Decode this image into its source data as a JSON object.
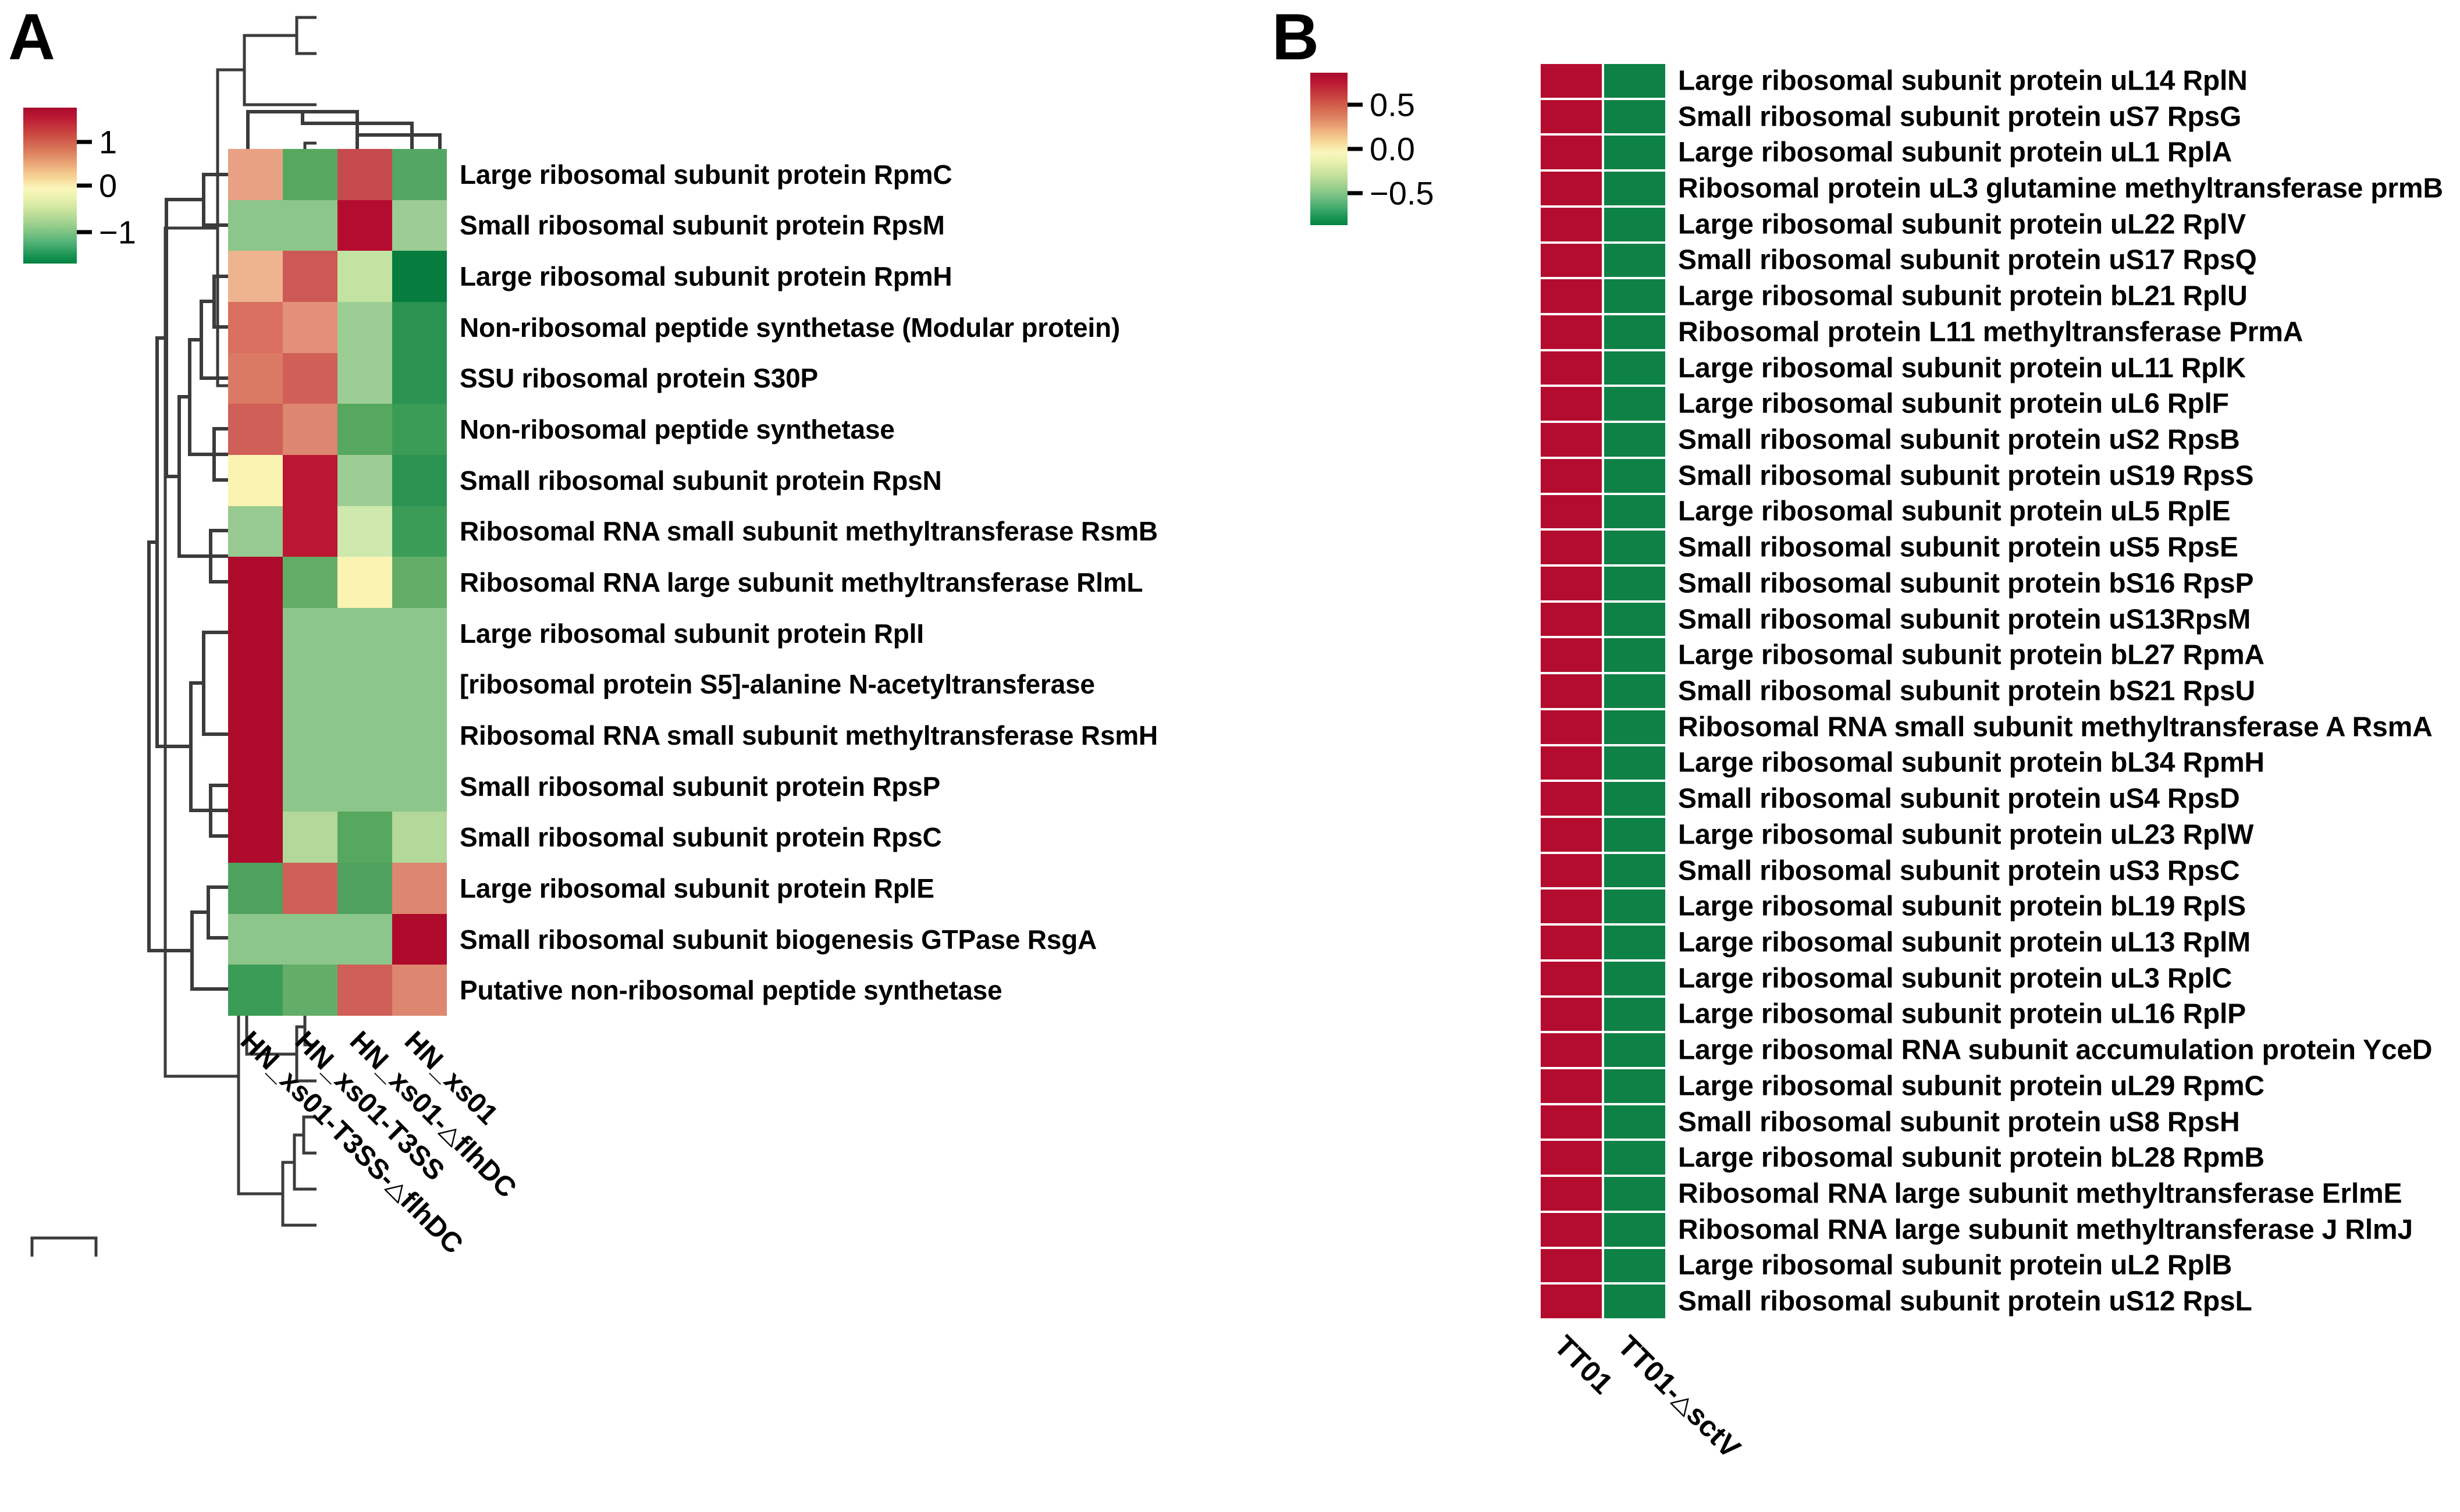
{
  "figure": {
    "panels": [
      "A",
      "B"
    ]
  },
  "panelA": {
    "letter": "A",
    "colorbar": {
      "ticks": [
        "1",
        "0",
        "−1"
      ],
      "tick_values": [
        1,
        0,
        -1
      ],
      "high_color": "#a80b2c",
      "mid_color": "#fbf6bd",
      "low_color": "#068141"
    },
    "columns": [
      "HN_xs01-T3SS-△flhDC",
      "HN_xs01-T3SS",
      "HN_xs01-△flhDC",
      "HN_xs01"
    ],
    "column_parts": [
      {
        "pre": "HN_xs01-T3SS-",
        "tri": true,
        "post": "flhDC"
      },
      {
        "pre": "HN_xs01-T3SS",
        "tri": false,
        "post": ""
      },
      {
        "pre": "HN_xs01-",
        "tri": true,
        "post": "flhDC"
      },
      {
        "pre": "HN_xs01",
        "tri": false,
        "post": ""
      }
    ],
    "rows": [
      "Large ribosomal subunit protein RpmC",
      "Small ribosomal subunit protein RpsM",
      "Large ribosomal subunit protein RpmH",
      "Non-ribosomal peptide synthetase (Modular protein)",
      "SSU ribosomal protein S30P",
      "Non-ribosomal peptide synthetase",
      "Small ribosomal subunit protein RpsN",
      "Ribosomal RNA small subunit methyltransferase RsmB",
      "Ribosomal RNA large subunit methyltransferase RlmL",
      "Large ribosomal subunit protein RplI",
      "[ribosomal protein S5]-alanine N-acetyltransferase",
      "Ribosomal RNA small subunit methyltransferase RsmH",
      "Small ribosomal subunit protein RpsP",
      "Small ribosomal subunit protein RpsC",
      "Large ribosomal subunit protein RplE",
      "Small ribosomal subunit biogenesis GTPase RsgA",
      "Putative non-ribosomal peptide synthetase"
    ]
  },
  "panelB": {
    "letter": "B",
    "colorbar": {
      "ticks": [
        "0.5",
        "0.0",
        "−0.5"
      ],
      "tick_values": [
        0.5,
        0.0,
        -0.5
      ],
      "high_color": "#a80b2c",
      "mid_color": "#fbf6bd",
      "low_color": "#068141"
    },
    "columns": [
      "TT01",
      "TT01-△sctV"
    ],
    "column_parts": [
      {
        "pre": "TT01",
        "tri": false,
        "post": ""
      },
      {
        "pre": "TT01-",
        "tri": true,
        "post": "sctV"
      }
    ],
    "rows": [
      "Large ribosomal subunit protein uL14 RplN",
      "Small ribosomal subunit protein uS7 RpsG",
      "Large ribosomal subunit protein uL1 RplA",
      "Ribosomal protein uL3 glutamine methyltransferase prmB",
      "Large ribosomal subunit protein uL22 RplV",
      "Small ribosomal subunit protein uS17 RpsQ",
      "Large ribosomal subunit protein bL21 RplU",
      "Ribosomal protein L11 methyltransferase PrmA",
      "Large ribosomal subunit protein uL11 RplK",
      "Large ribosomal subunit protein uL6 RplF",
      "Small ribosomal subunit protein uS2 RpsB",
      "Small ribosomal subunit protein uS19 RpsS",
      "Large ribosomal subunit protein uL5 RplE",
      "Small ribosomal subunit protein uS5 RpsE",
      "Small ribosomal subunit protein bS16 RpsP",
      "Small ribosomal subunit protein uS13RpsM",
      "Large ribosomal subunit protein bL27 RpmA",
      "Small ribosomal subunit protein bS21 RpsU",
      "Ribosomal RNA small subunit methyltransferase A RsmA",
      "Large ribosomal subunit protein bL34 RpmH",
      "Small ribosomal subunit protein uS4 RpsD",
      "Large ribosomal subunit protein uL23 RplW",
      "Small ribosomal subunit protein uS3 RpsC",
      "Large ribosomal subunit protein bL19 RplS",
      "Large ribosomal subunit protein uL13 RplM",
      "Large ribosomal subunit protein uL3 RplC",
      "Large ribosomal subunit protein uL16 RplP",
      "Large ribosomal RNA subunit accumulation protein YceD",
      "Large ribosomal subunit protein uL29 RpmC",
      "Small ribosomal subunit protein uS8 RpsH",
      "Large ribosomal subunit protein bL28 RpmB",
      "Ribosomal RNA large subunit methyltransferase ErlmE",
      "Ribosomal RNA large subunit methyltransferase J RlmJ",
      "Large ribosomal subunit protein uL2 RplB",
      "Small ribosomal subunit protein uS12 RpsL"
    ]
  },
  "chart_data": [
    {
      "type": "heatmap",
      "panel": "A",
      "title": "",
      "xlabel": "",
      "ylabel": "",
      "colorbar_label": "",
      "zlim": [
        -1.5,
        1.5
      ],
      "ticks": [
        1,
        0,
        -1
      ],
      "grid": false,
      "legend_position": "left",
      "categories": [
        "HN_xs01-T3SS-△flhDC",
        "HN_xs01-T3SS",
        "HN_xs01-△flhDC",
        "HN_xs01"
      ],
      "rows": [
        "Large ribosomal subunit protein RpmC",
        "Small ribosomal subunit protein RpsM",
        "Large ribosomal subunit protein RpmH",
        "Non-ribosomal peptide synthetase (Modular protein)",
        "SSU ribosomal protein S30P",
        "Non-ribosomal peptide synthetase",
        "Small ribosomal subunit protein RpsN",
        "Ribosomal RNA small subunit methyltransferase RsmB",
        "Ribosomal RNA large subunit methyltransferase RlmL",
        "Large ribosomal subunit protein RplI",
        "[ribosomal protein S5]-alanine N-acetyltransferase",
        "Ribosomal RNA small subunit methyltransferase RsmH",
        "Small ribosomal subunit protein RpsP",
        "Small ribosomal subunit protein RpsC",
        "Large ribosomal subunit protein RplE",
        "Small ribosomal subunit biogenesis GTPase RsgA",
        "Putative non-ribosomal peptide synthetase"
      ],
      "colors": [
        [
          "#e8a183",
          "#56a85f",
          "#c54a4e",
          "#53a763"
        ],
        [
          "#8cc68a",
          "#8cc68a",
          "#b40c2f",
          "#9ccd94"
        ],
        [
          "#eeb48f",
          "#cc5955",
          "#c3e3a2",
          "#067c3e"
        ],
        [
          "#d9705f",
          "#e29178",
          "#9ccd94",
          "#2a9351"
        ],
        [
          "#db7a64",
          "#cf5f57",
          "#9ccd94",
          "#2a9351"
        ],
        [
          "#cf5f57",
          "#dd8670",
          "#56a85f",
          "#3b9c57"
        ],
        [
          "#fbf3b2",
          "#bb1733",
          "#9ccd94",
          "#2a9351"
        ],
        [
          "#97ca90",
          "#bb1733",
          "#cfe8ae",
          "#3b9c57"
        ],
        [
          "#ae0a2b",
          "#62ae68",
          "#fbf3b2",
          "#62ae68"
        ],
        [
          "#ae0a2b",
          "#8cc68a",
          "#8cc68a",
          "#8cc68a"
        ],
        [
          "#ae0a2b",
          "#8cc68a",
          "#8cc68a",
          "#8cc68a"
        ],
        [
          "#ae0a2b",
          "#8cc68a",
          "#8cc68a",
          "#8cc68a"
        ],
        [
          "#ae0a2b",
          "#8cc68a",
          "#8cc68a",
          "#8cc68a"
        ],
        [
          "#ae0a2b",
          "#b2d89a",
          "#56a85f",
          "#b2d89a"
        ],
        [
          "#4ea25e",
          "#cf5f57",
          "#4ea25e",
          "#dd8670"
        ],
        [
          "#8cc68a",
          "#8cc68a",
          "#8cc68a",
          "#ae0a2b"
        ],
        [
          "#3b9c57",
          "#62ae68",
          "#cf5f57",
          "#dd8670"
        ]
      ],
      "values": [
        [
          0.55,
          -0.75,
          0.95,
          -0.75
        ],
        [
          -0.35,
          -0.35,
          1.4,
          -0.28
        ],
        [
          0.48,
          0.9,
          -0.15,
          -1.45
        ],
        [
          1.05,
          0.72,
          -0.28,
          -1.15
        ],
        [
          1.0,
          1.05,
          -0.28,
          -1.15
        ],
        [
          1.05,
          0.6,
          -0.75,
          -1.0
        ],
        [
          0.05,
          1.3,
          -0.28,
          -1.15
        ],
        [
          -0.3,
          1.3,
          -0.1,
          -1.0
        ],
        [
          1.35,
          -0.6,
          0.05,
          -0.6
        ],
        [
          1.35,
          -0.35,
          -0.35,
          -0.35
        ],
        [
          1.35,
          -0.35,
          -0.35,
          -0.35
        ],
        [
          1.35,
          -0.35,
          -0.35,
          -0.35
        ],
        [
          1.35,
          -0.35,
          -0.35,
          -0.35
        ],
        [
          1.35,
          -0.22,
          -0.75,
          -0.22
        ],
        [
          -0.82,
          1.05,
          -0.82,
          0.6
        ],
        [
          -0.35,
          -0.35,
          -0.35,
          1.35
        ],
        [
          -1.0,
          -0.6,
          1.05,
          0.6
        ]
      ]
    },
    {
      "type": "heatmap",
      "panel": "B",
      "title": "",
      "xlabel": "",
      "ylabel": "",
      "colorbar_label": "",
      "zlim": [
        -0.75,
        0.75
      ],
      "ticks": [
        0.5,
        0.0,
        -0.5
      ],
      "grid": false,
      "legend_position": "left",
      "categories": [
        "TT01",
        "TT01-△sctV"
      ],
      "rows": [
        "Large ribosomal subunit protein uL14 RplN",
        "Small ribosomal subunit protein uS7 RpsG",
        "Large ribosomal subunit protein uL1 RplA",
        "Ribosomal protein uL3 glutamine methyltransferase prmB",
        "Large ribosomal subunit protein uL22 RplV",
        "Small ribosomal subunit protein uS17 RpsQ",
        "Large ribosomal subunit protein bL21 RplU",
        "Ribosomal protein L11 methyltransferase PrmA",
        "Large ribosomal subunit protein uL11 RplK",
        "Large ribosomal subunit protein uL6 RplF",
        "Small ribosomal subunit protein uS2 RpsB",
        "Small ribosomal subunit protein uS19 RpsS",
        "Large ribosomal subunit protein uL5 RplE",
        "Small ribosomal subunit protein uS5 RpsE",
        "Small ribosomal subunit protein bS16 RpsP",
        "Small ribosomal subunit protein uS13RpsM",
        "Large ribosomal subunit protein bL27 RpmA",
        "Small ribosomal subunit protein bS21 RpsU",
        "Ribosomal RNA small subunit methyltransferase A RsmA",
        "Large ribosomal subunit protein bL34 RpmH",
        "Small ribosomal subunit protein uS4 RpsD",
        "Large ribosomal subunit protein uL23 RplW",
        "Small ribosomal subunit protein uS3 RpsC",
        "Large ribosomal subunit protein bL19 RplS",
        "Large ribosomal subunit protein uL13 RplM",
        "Large ribosomal subunit protein uL3 RplC",
        "Large ribosomal subunit protein uL16 RplP",
        "Large ribosomal RNA subunit accumulation protein YceD",
        "Large ribosomal subunit protein uL29 RpmC",
        "Small ribosomal subunit protein uS8 RpsH",
        "Large ribosomal subunit protein bL28 RpmB",
        "Ribosomal RNA large subunit methyltransferase ErlmE",
        "Ribosomal RNA large subunit methyltransferase J RlmJ",
        "Large ribosomal subunit protein uL2 RplB",
        "Small ribosomal subunit protein uS12 RpsL"
      ],
      "series": [
        {
          "name": "TT01",
          "value": 0.707,
          "color": "#b40c2f"
        },
        {
          "name": "TT01-△sctV",
          "value": -0.707,
          "color": "#0d8146"
        }
      ]
    }
  ]
}
